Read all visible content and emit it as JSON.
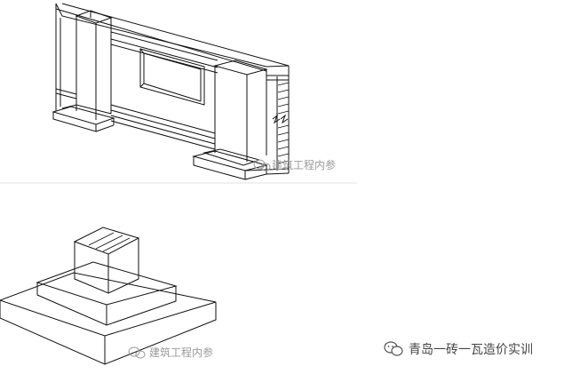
{
  "watermarks": {
    "top": "建筑工程内参",
    "bottom": "建筑工程内参"
  },
  "brand": {
    "label": "青岛一砖一瓦造价实训",
    "icon": "wechat-icon"
  },
  "colors": {
    "line": "#111111",
    "watermark": "#9a9a9a",
    "divider": "#d6e6f2"
  }
}
